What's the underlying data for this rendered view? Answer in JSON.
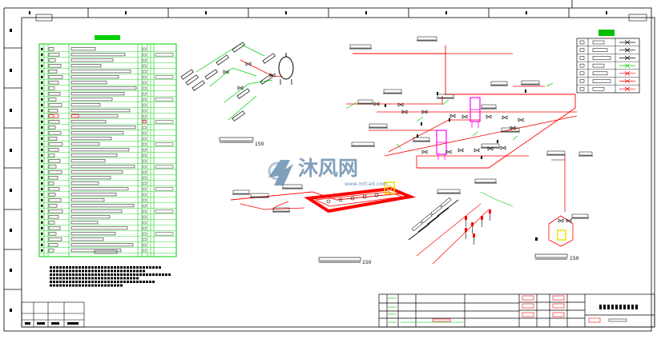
{
  "watermark": {
    "brand": "沐风网",
    "url": "www.mfcad.com",
    "brand_color": "#6a8fb0"
  },
  "colors": {
    "green": "#00d000",
    "red": "#ff0000",
    "magenta": "#ff00ff",
    "yellow": "#f0e000",
    "black": "#000000"
  },
  "scale_label": "150"
}
